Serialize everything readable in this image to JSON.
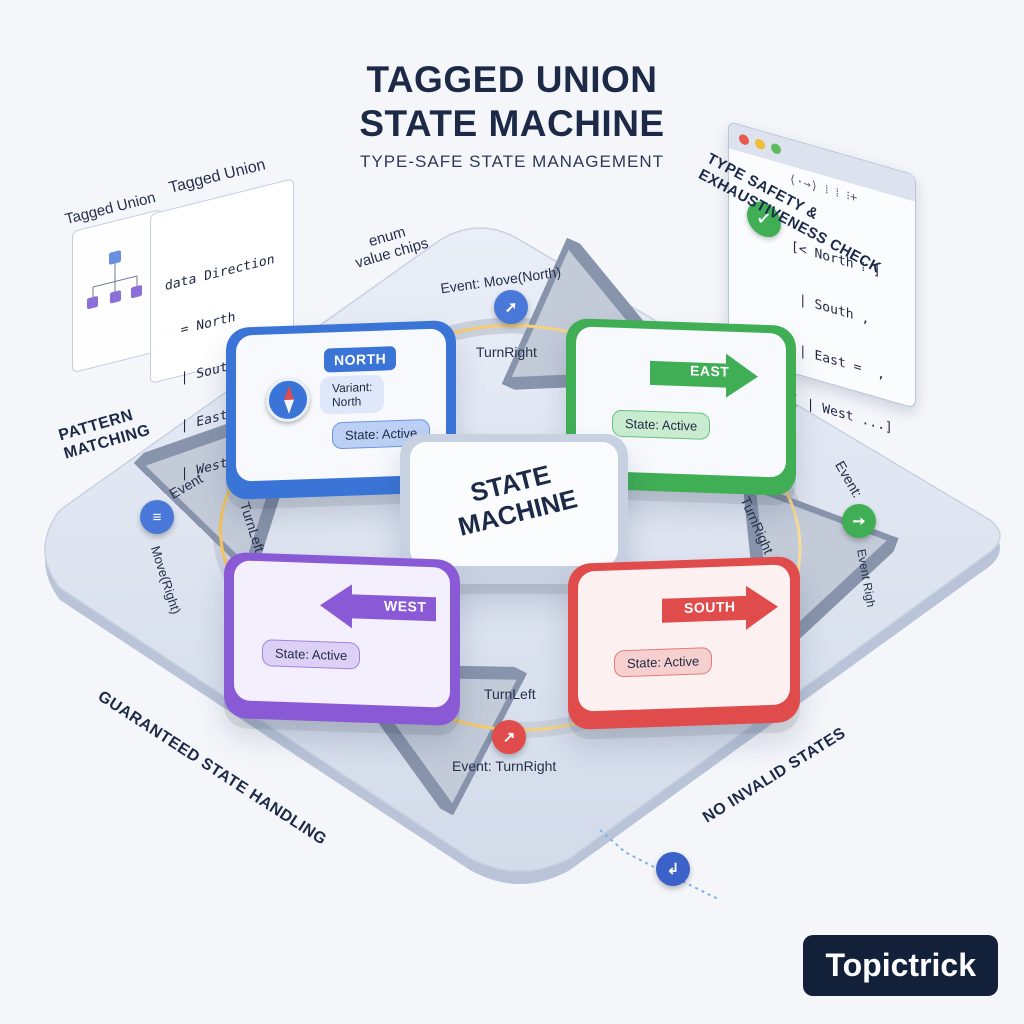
{
  "title": {
    "line1": "TAGGED UNION",
    "line2": "STATE MACHINE",
    "subtitle": "TYPE-SAFE STATE MANAGEMENT"
  },
  "left_panel": {
    "heading_back": "Tagged Union",
    "heading_front": "Tagged Union",
    "code": [
      "data Direction",
      "  = North",
      "  | South",
      "  | East",
      "  | West"
    ]
  },
  "right_panel": {
    "heading": "TYPE SAFETY & EXHAUSTIVENESS CHECK",
    "toolbar": "⟨·→⟩  ⁞  ⁞  ⁝+",
    "code": [
      "[< North ⁞ ]",
      " | South ,",
      " | East =  ,",
      "[ | West ...]"
    ],
    "check_color": "#3fae55"
  },
  "labels": {
    "enum_chips": "enum\nvalue chips",
    "pattern_matching": "PATTERN\nMATCHING",
    "guaranteed": "GUARANTEED STATE HANDLING",
    "no_invalid": "NO INVALID STATES"
  },
  "center": {
    "text": "STATE\nMACHINE"
  },
  "states": {
    "north": {
      "tag": "NORTH",
      "variant": "Variant:\nNorth",
      "status": "State: Active",
      "color": "#3a74d6",
      "icon": "compass-icon"
    },
    "east": {
      "tag": "EAST",
      "status": "State: Active",
      "color": "#3fae55",
      "icon": "arrow-right-icon"
    },
    "south": {
      "tag": "SOUTH",
      "status": "State: Active",
      "color": "#e04b4b",
      "icon": "arrow-right-icon"
    },
    "west": {
      "tag": "WEST",
      "status": "State: Active",
      "color": "#8a5ad6",
      "icon": "arrow-left-icon"
    }
  },
  "transitions": {
    "top_event": "Event: Move(North)",
    "top_action": "TurnRight",
    "right_action": "TurnRight",
    "right_event_a": "Event:",
    "right_event_b": "Event Righ",
    "bottom_action": "TurnLeft",
    "bottom_event": "Event: TurnRight",
    "left_action": "TurnLeft",
    "left_event_a": "Event",
    "left_event_b": "Move(Right)"
  },
  "logo": "Topictrick"
}
